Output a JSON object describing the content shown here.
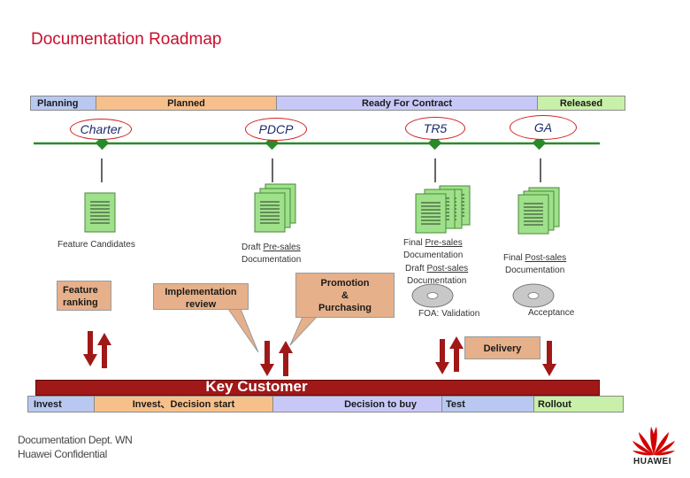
{
  "title": "Documentation Roadmap",
  "top_phases": [
    "Planning",
    "Planned",
    "Ready For Contract",
    "Released"
  ],
  "milestones": [
    "Charter",
    "PDCP",
    "TR5",
    "GA"
  ],
  "documents": {
    "feature_candidates": "Feature Candidates",
    "draft_presales_1": "Draft",
    "draft_presales_2": "Pre-sales",
    "draft_presales_3": "Documentation",
    "final_presales_1": "Final",
    "final_presales_2": "Pre-sales",
    "final_presales_3": "Documentation",
    "draft_postsales_1": "Draft",
    "draft_postsales_2": "Post-sales",
    "draft_postsales_3": "Documentation",
    "final_postsales_1": "Final",
    "final_postsales_2": "Post-sales",
    "final_postsales_3": "Documentation",
    "foa_validation": "FOA: Validation",
    "acceptance": "Acceptance"
  },
  "callouts": {
    "feature_ranking_1": "Feature",
    "feature_ranking_2": "ranking",
    "implementation_review_1": "Implementation",
    "implementation_review_2": "review",
    "promotion_1": "Promotion",
    "promotion_2": "&",
    "promotion_3": "Purchasing",
    "delivery": "Delivery"
  },
  "key_customer": "Key Customer",
  "bottom_phases": [
    "Invest",
    "Invest、Decision start",
    "Decision to buy",
    "Test",
    "Rollout"
  ],
  "footer": {
    "dept": "Documentation Dept. WN",
    "confidential": "Huawei Confidential"
  },
  "logo": "HUAWEI",
  "colors": {
    "title": "#c8102e",
    "planning": "#b8c8f0",
    "planned": "#f7c08a",
    "ready_for_contract": "#c8c8f8",
    "released": "#c8f0a8",
    "timeline": "#2a8a2a",
    "key_customer": "#a01818",
    "arrow": "#a01818",
    "callout": "#e6b08a"
  }
}
